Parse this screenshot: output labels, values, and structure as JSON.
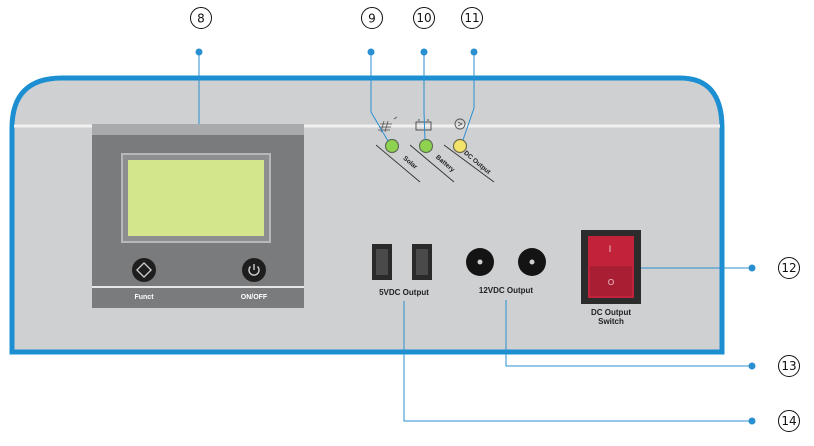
{
  "callouts": {
    "c8": "8",
    "c9": "9",
    "c10": "10",
    "c11": "11",
    "c12": "12",
    "c13": "13",
    "c14": "14"
  },
  "controls": {
    "funct_label": "Funct",
    "onoff_label": "ON/OFF"
  },
  "indicators": {
    "solar_label": "Solar",
    "battery_label": "Battery",
    "dc_output_label": "DC Output"
  },
  "ports": {
    "usb_label": "5VDC Output",
    "dc_label": "12VDC Output"
  },
  "switch": {
    "label_line1": "DC Output",
    "label_line2": "Switch",
    "on_mark": "I",
    "off_mark": "O"
  },
  "colors": {
    "panel": "#cfd0d2",
    "panel_border": "#1b8fd1",
    "callout_line": "#2a8fd0",
    "lcd": "#d3e68b",
    "led_green": "#8fd24f",
    "led_yellow": "#f3e36a",
    "switch_red": "#c2233b"
  }
}
